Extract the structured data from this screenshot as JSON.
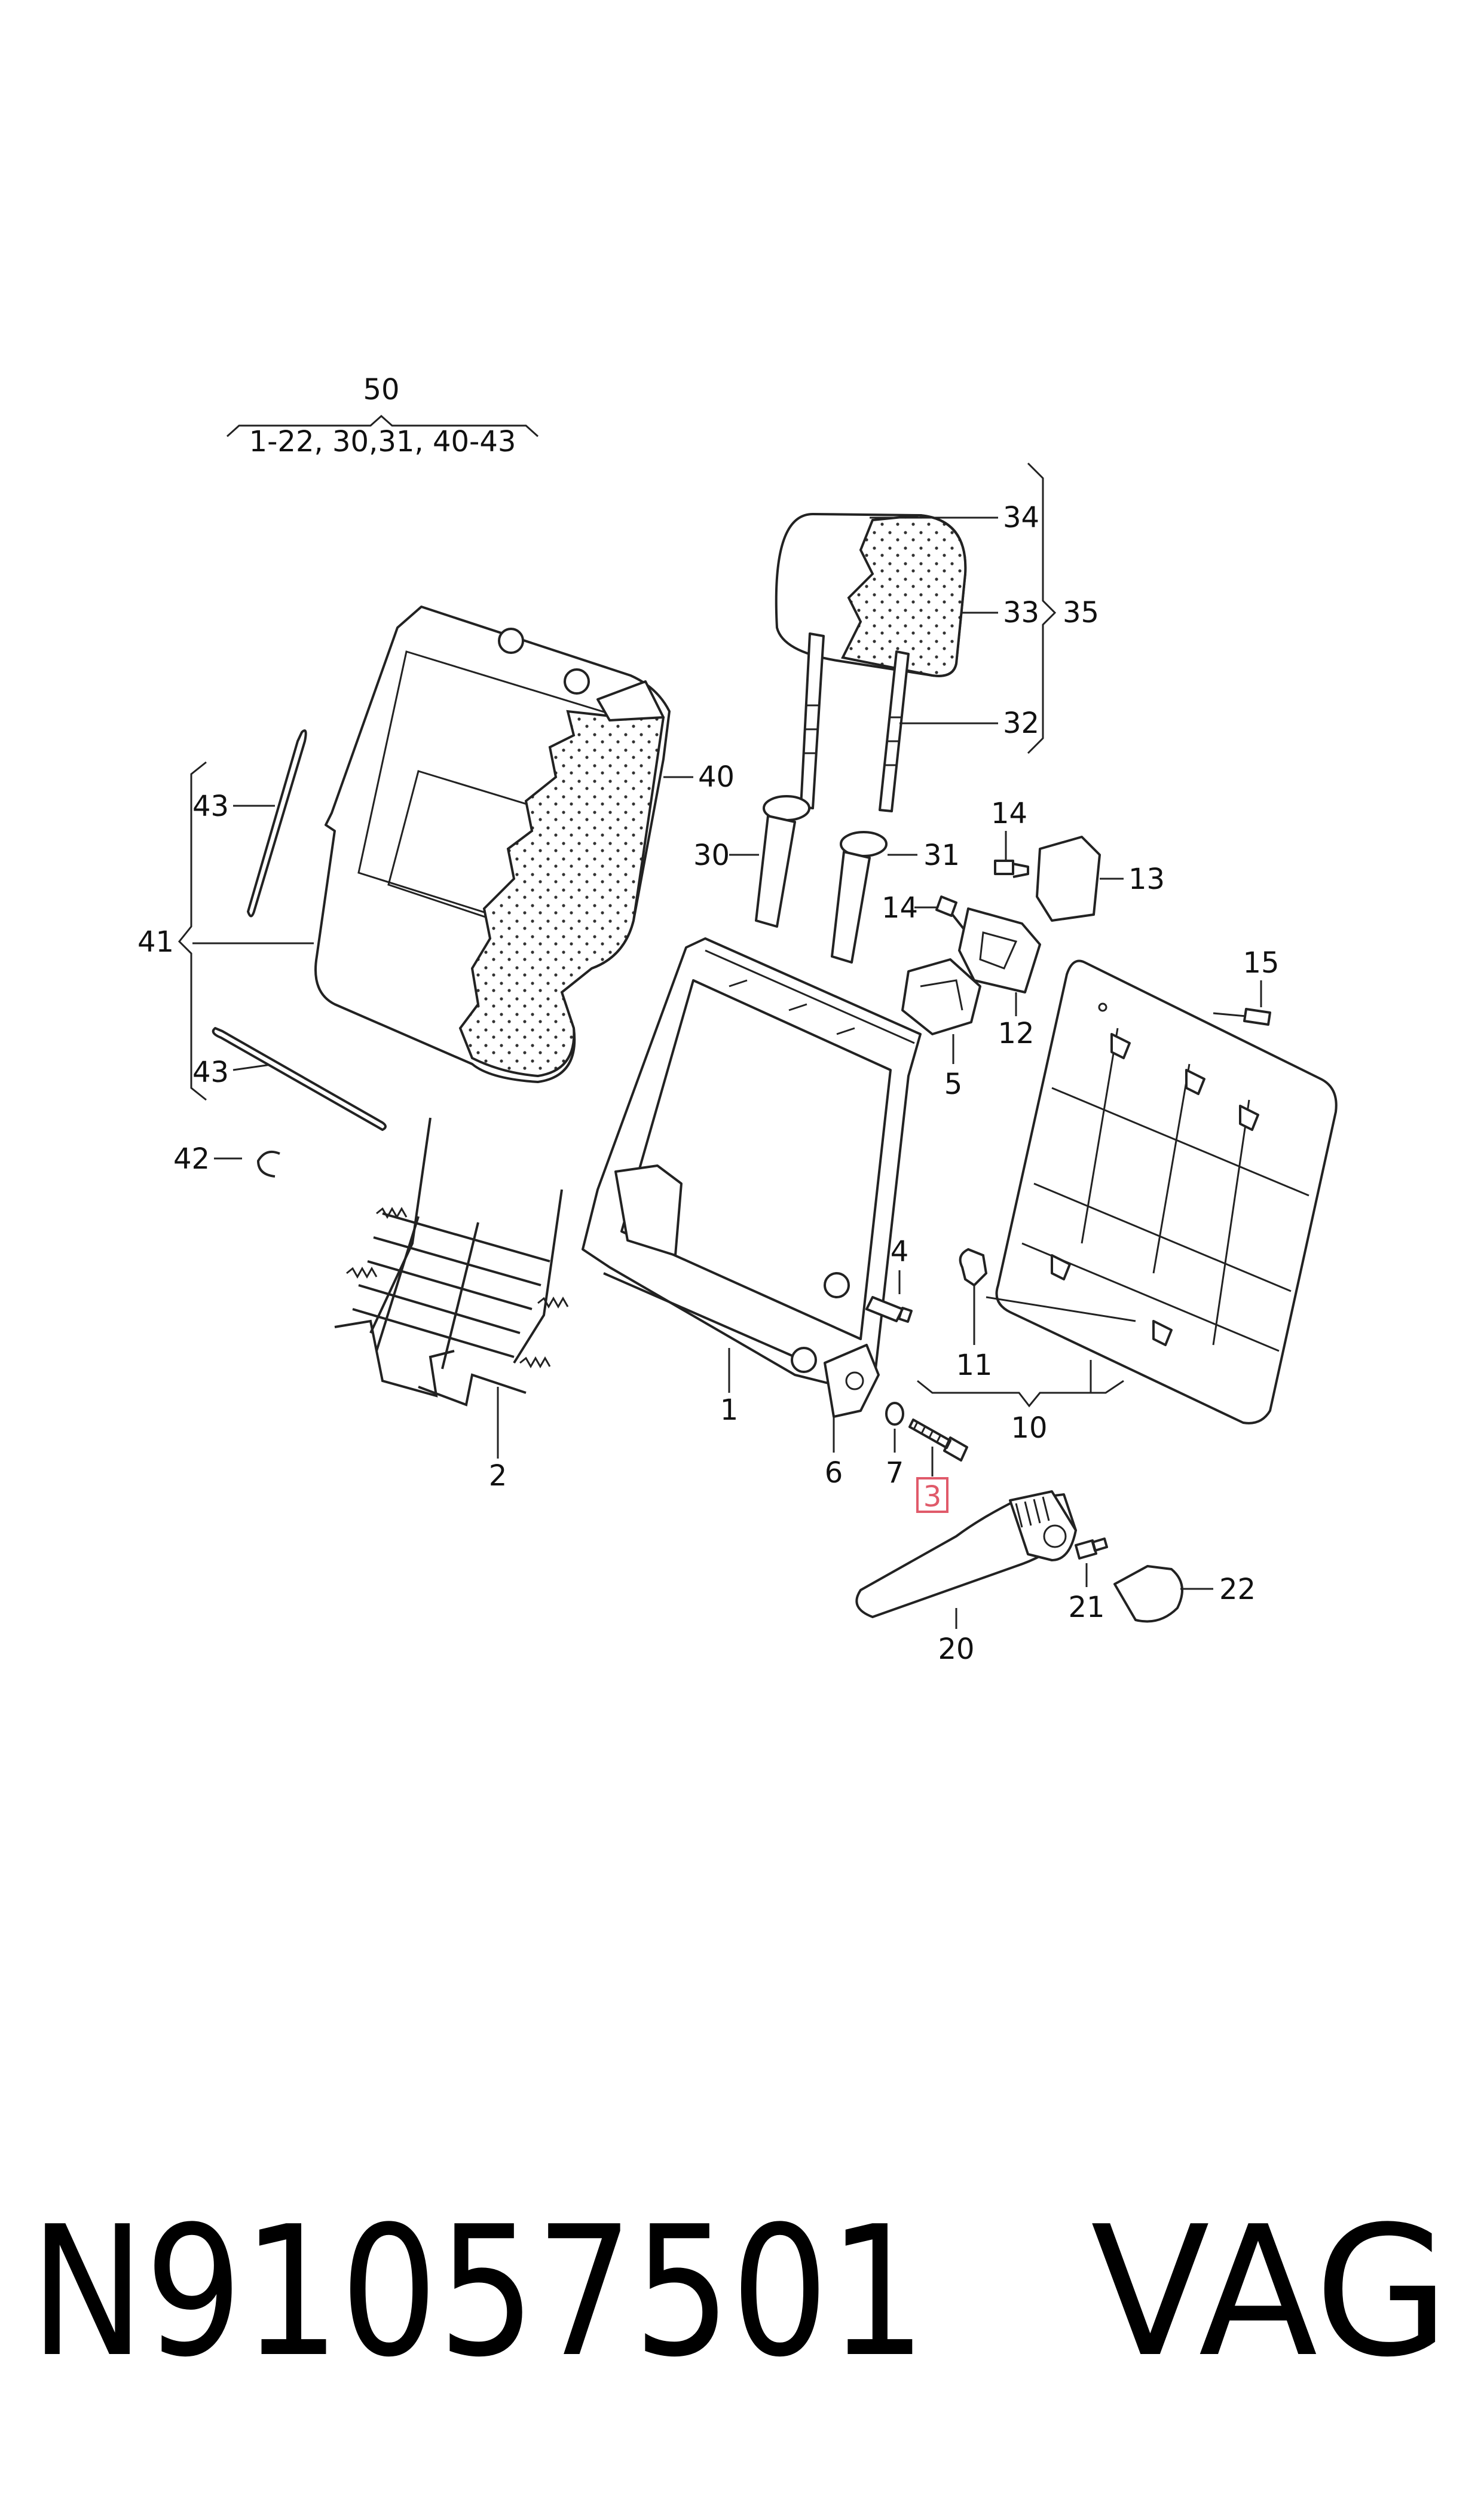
{
  "diagram": {
    "group_header": {
      "number": "50",
      "range": "1-22, 30,31, 40-43"
    },
    "labels": {
      "p1": "1",
      "p2": "2",
      "p3": "3",
      "p4": "4",
      "p5": "5",
      "p6": "6",
      "p7": "7",
      "p10": "10",
      "p11": "11",
      "p12": "12",
      "p13": "13",
      "p14a": "14",
      "p14b": "14",
      "p15": "15",
      "p20": "20",
      "p21": "21",
      "p22": "22",
      "p30": "30",
      "p31": "31",
      "p32": "32",
      "p33": "33",
      "p34": "34",
      "p35": "35",
      "p40": "40",
      "p41": "41",
      "p42": "42",
      "p43a": "43",
      "p43b": "43"
    },
    "highlighted_part": "3",
    "highlight_color": "#e05a6a"
  },
  "footer": {
    "part_number": "N91057501",
    "brand": "VAG"
  }
}
